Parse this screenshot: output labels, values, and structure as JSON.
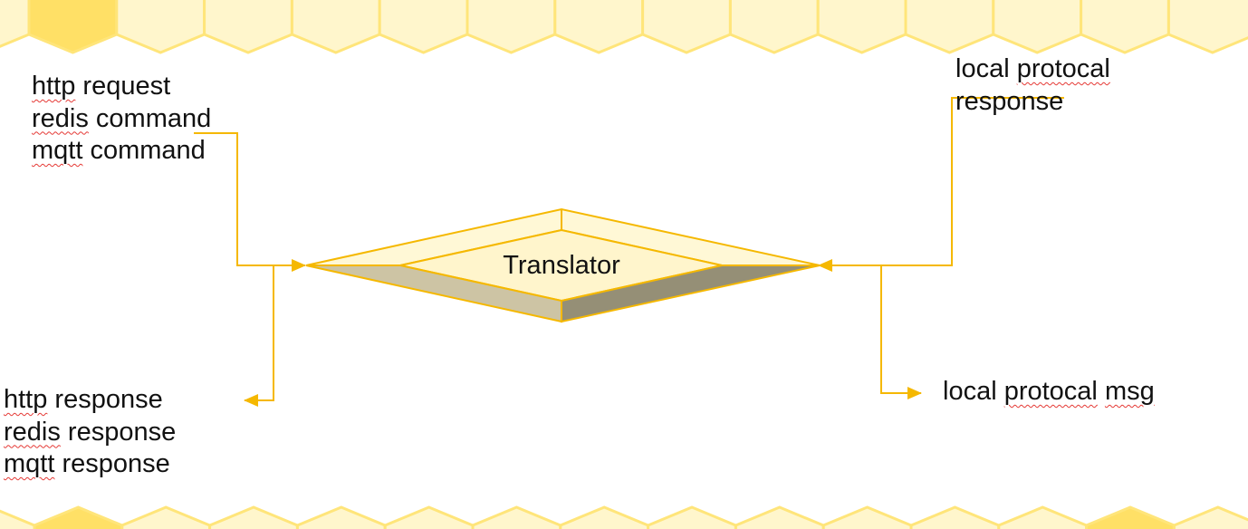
{
  "translator": {
    "label": "Translator"
  },
  "inputs": {
    "line1": {
      "a": "http",
      "b": " request"
    },
    "line2": {
      "a": "redis",
      "b": " command"
    },
    "line3": {
      "a": "mqtt",
      "b": " command"
    }
  },
  "outputs": {
    "line1": {
      "a": "http",
      "b": " response"
    },
    "line2": {
      "a": "redis",
      "b": " response"
    },
    "line3": {
      "a": "mqtt",
      "b": " response"
    }
  },
  "local_response": {
    "line1": {
      "a": "local ",
      "b": "protocal"
    },
    "line2": {
      "a": "response"
    }
  },
  "local_msg": {
    "a": "local ",
    "b": "protocal",
    "c": " ",
    "d": "msg"
  },
  "colors": {
    "connector": "#f5b800",
    "honeycomb_fill": "#fff6cc",
    "honeycomb_accent": "#ffe066",
    "honeycomb_stroke": "#ffe57a",
    "diamond_top": "#fff5cc",
    "diamond_left_side": "#cdc4a4",
    "diamond_right_side": "#958f76",
    "diamond_stroke": "#f5b800",
    "spellcheck": "#e53935"
  }
}
